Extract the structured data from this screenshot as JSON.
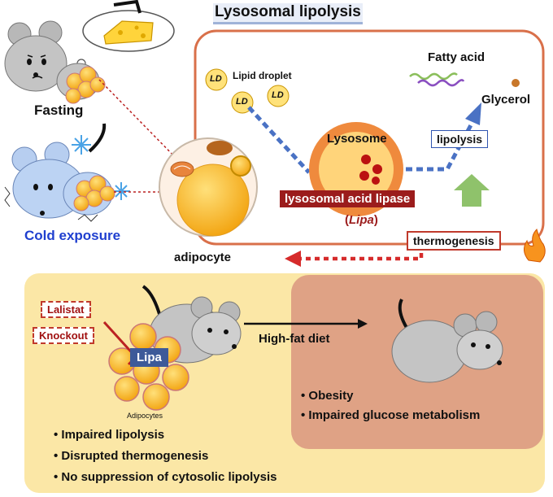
{
  "title": "Lysosomal lipolysis",
  "mouse_labels": {
    "fasting": "Fasting",
    "cold_exposure": "Cold exposure",
    "adipocyte": "adipocyte"
  },
  "lysosome_panel": {
    "lipid_droplet": "Lipid droplet",
    "ld_label": "LD",
    "fatty_acid": "Fatty acid",
    "glycerol": "Glycerol",
    "lysosome": "Lysosome",
    "lipolysis": "lipolysis",
    "enzyme": "lysosomal acid lipase",
    "gene_open": "(",
    "gene": "Lipa",
    "gene_close": ")",
    "thermogenesis": "thermogenesis"
  },
  "bottom_panel": {
    "lalistat": "Lalistat",
    "knockout": "Knockout",
    "lipa": "Lipa",
    "adipocytes": "Adipocytes",
    "high_fat_diet": "High-fat diet",
    "outcomes": [
      "Obesity",
      "Impaired glucose metabolism"
    ],
    "phenotypes": [
      "Impaired lipolysis",
      "Disrupted thermogenesis",
      "No suppression of cytosolic lipolysis"
    ]
  },
  "colors": {
    "panel_border": "#d9704a",
    "dotted_path": "#4a72c4",
    "enzyme_bg": "#9b1c1c",
    "bottom_bg": "#fbe7a6",
    "bottom_right_bg": "#dfa285",
    "up_arrow": "#8fc26b"
  }
}
